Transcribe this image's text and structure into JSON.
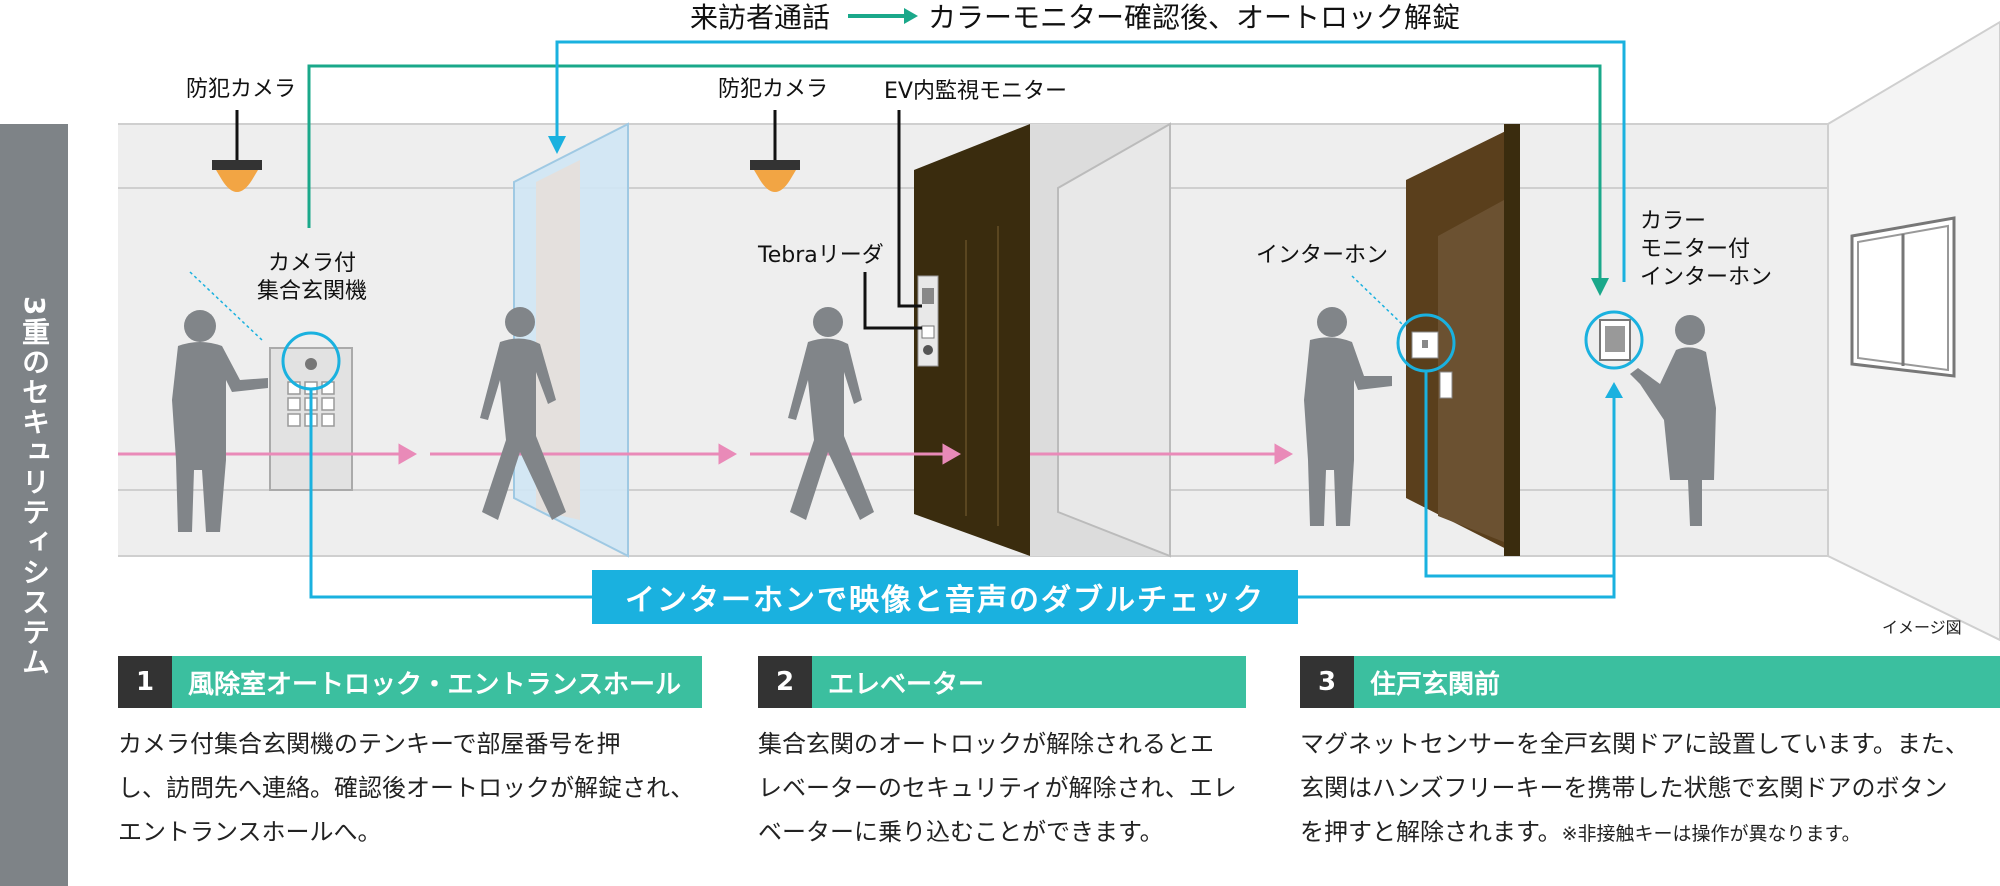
{
  "side_title": "3重のセキュリティシステム",
  "top_heading": {
    "left": "来訪者通話",
    "right": "カラーモニター確認後、オートロック解錠"
  },
  "labels": {
    "camera1": "防犯カメラ",
    "camera2": "防犯カメラ",
    "ev_monitor": "EV内監視モニター",
    "entrance_unit": [
      "カメラ付",
      "集合玄関機"
    ],
    "tebra_reader": "Tebraリーダ",
    "intercom": "インターホン",
    "color_monitor": [
      "カラー",
      "モニター付",
      "インターホン"
    ]
  },
  "banner": "インターホンで映像と音声のダブルチェック",
  "image_note": "イメージ図",
  "sections": [
    {
      "num": "1",
      "title": "風除室オートロック・エントランスホール",
      "body": [
        "カメラ付集合玄関機のテンキーで部屋番号を押",
        "し、訪問先へ連絡。確認後オートロックが解錠され、",
        "エントランスホールへ。"
      ],
      "note": ""
    },
    {
      "num": "2",
      "title": "エレベーター",
      "body": [
        "集合玄関のオートロックが解除されるとエ",
        "レベーターのセキュリティが解除され、エレ",
        "ベーターに乗り込むことができます。"
      ],
      "note": ""
    },
    {
      "num": "3",
      "title": "住戸玄関前",
      "body": [
        "マグネットセンサーを全戸玄関ドアに設置しています。また、",
        "玄関はハンズフリーキーを携帯した状態で玄関ドアのボタン",
        "を押すと解除されます。"
      ],
      "note": "※非接触キーは操作が異なります。"
    }
  ],
  "colors": {
    "cyan": "#1ab1df",
    "teal": "#1aa88a",
    "pink": "#e98ab8",
    "door": "#3a2c0e",
    "door2": "#5a3f1c",
    "figure": "#818589",
    "section_green": "#3bbf9f",
    "side_band": "#7e8387"
  }
}
